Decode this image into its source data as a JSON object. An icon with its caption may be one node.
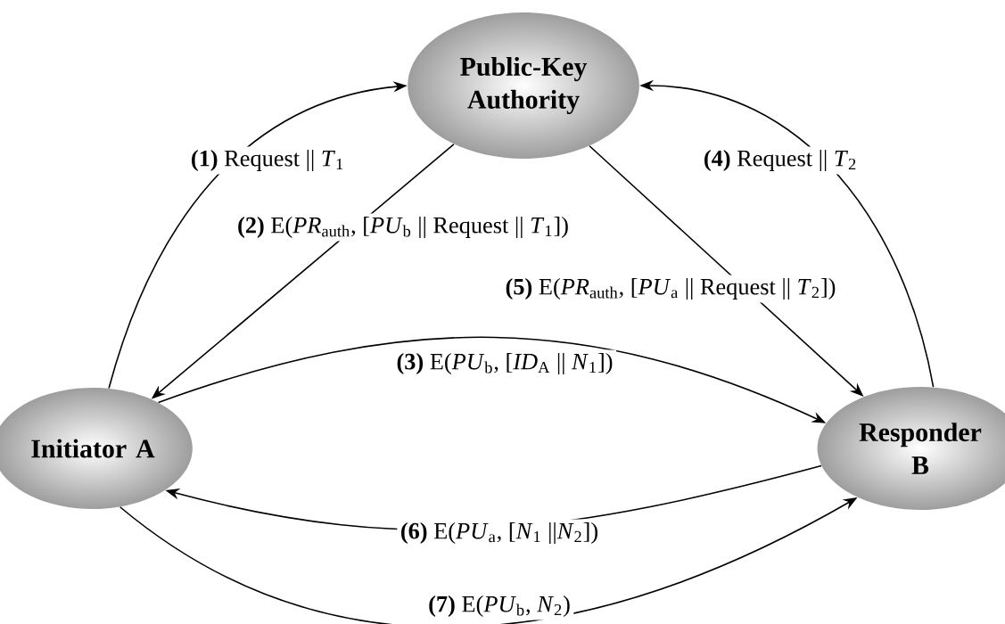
{
  "diagram": {
    "nodes": [
      {
        "text": [
          "Public-Key Authority"
        ]
      },
      {
        "text": [
          "Initiator A"
        ]
      },
      {
        "text": [
          "Responder B"
        ]
      }
    ],
    "edges": [
      {
        "from": 1,
        "to": 0,
        "arrow": "to",
        "label": "**(1)** Request || *T*$_{1}$"
      },
      {
        "from": 0,
        "to": 1,
        "arrow": "to",
        "label": "**(2)** E(*PR*$_{auth}$, [*PU*$_{b}$ || Request || *T*$_{1}$])"
      },
      {
        "from": 1,
        "to": 2,
        "arrow": "to",
        "label": "**(3)** E(*PU*$_{b}$, [*ID*$_{A}$ || *N*$_{1}$])"
      },
      {
        "from": 2,
        "to": 0,
        "arrow": "to",
        "label": "**(4)** Request || *T*$_{2}$"
      },
      {
        "from": 0,
        "to": 2,
        "arrow": "to",
        "label": "**(5)** E(*PR*$_{auth}$, [*PU*$_{a}$ || Request || *T*$_{2}$])"
      },
      {
        "from": 2,
        "to": 1,
        "arrow": "to",
        "label": "**(6)** E(*PU*$_{a}$, [*N*$_{1}$ ||*N*$_{2}$])"
      },
      {
        "from": 1,
        "to": 2,
        "arrow": "to",
        "label": "**(7)** E(*PU*$_{b}$, *N*$_{2}$)"
      }
    ]
  }
}
